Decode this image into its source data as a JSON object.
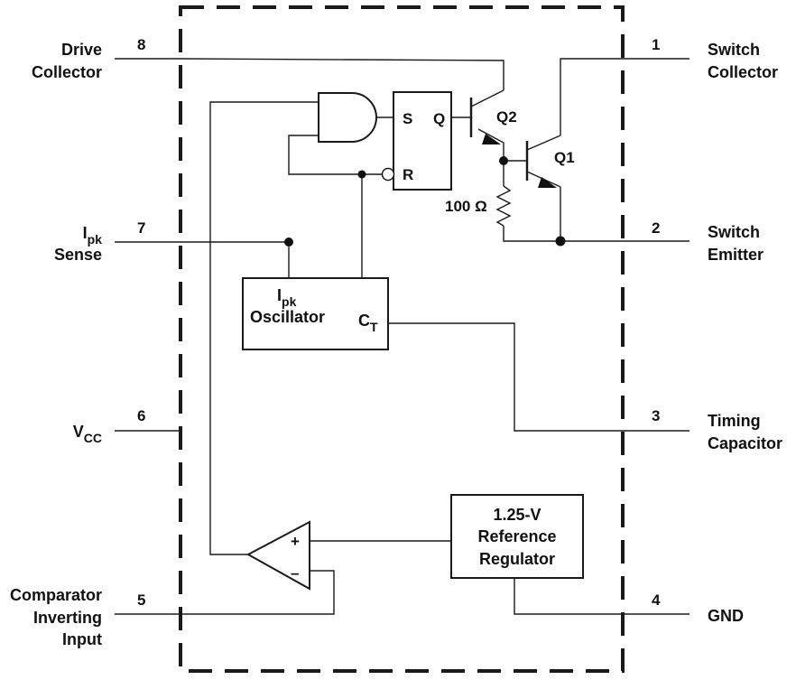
{
  "pins": {
    "drive_collector": {
      "number": "8",
      "line1": "Drive",
      "line2": "Collector"
    },
    "ipk_sense": {
      "number": "7",
      "main": "I",
      "sub": "pk",
      "line2": "Sense"
    },
    "vcc": {
      "number": "6",
      "main": "V",
      "sub": "CC"
    },
    "comparator_input": {
      "number": "5",
      "line1": "Comparator",
      "line2": "Inverting",
      "line3": "Input"
    },
    "switch_collector": {
      "number": "1",
      "line1": "Switch",
      "line2": "Collector"
    },
    "switch_emitter": {
      "number": "2",
      "line1": "Switch",
      "line2": "Emitter"
    },
    "timing_capacitor": {
      "number": "3",
      "line1": "Timing",
      "line2": "Capacitor"
    },
    "gnd": {
      "number": "4",
      "line1": "GND"
    }
  },
  "latch": {
    "s_label": "S",
    "q_label": "Q",
    "r_label": "R"
  },
  "transistors": {
    "q2": "Q2",
    "q1": "Q1"
  },
  "resistor": {
    "label": "100 Ω"
  },
  "oscillator": {
    "main": "I",
    "sub": "pk",
    "line2": "Oscillator",
    "ct_main": "C",
    "ct_sub": "T"
  },
  "reference": {
    "line1": "1.25-V",
    "line2": "Reference",
    "line3": "Regulator"
  },
  "comparator": {
    "plus": "+",
    "minus": "–"
  }
}
